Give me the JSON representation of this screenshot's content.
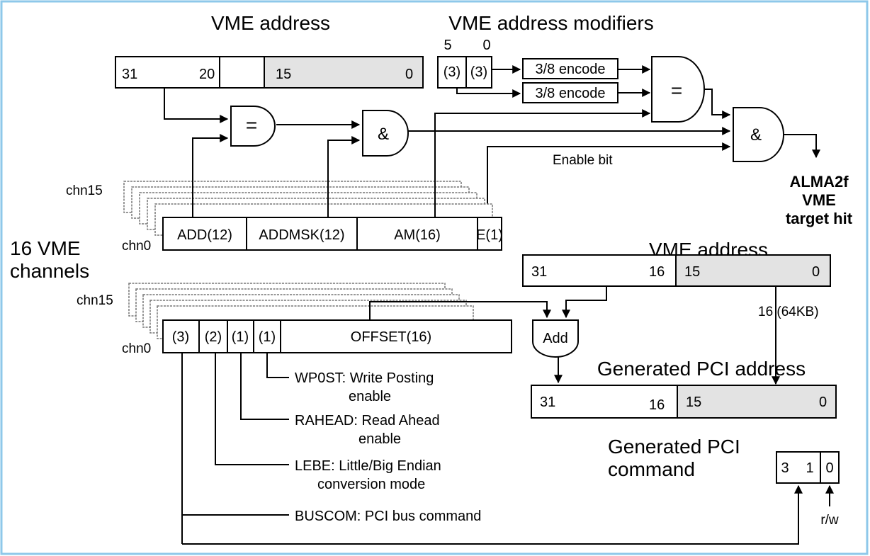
{
  "titles": {
    "vme_address_top": "VME address",
    "vme_address_modifiers": "VME address modifiers",
    "vme_address_right": "VME address",
    "generated_pci_address": "Generated PCI address",
    "generated_pci_command_line1": "Generated PCI",
    "generated_pci_command_line2": "command",
    "sixteen_vme_line1": "16 VME",
    "sixteen_vme_line2": "channels"
  },
  "top_vme_register": {
    "bit31": "31",
    "bit20": "20",
    "bit15": "15",
    "bit0": "0"
  },
  "am_register": {
    "bit5": "5",
    "bit0": "0",
    "field_a": "(3)",
    "field_b": "(3)"
  },
  "encoders": {
    "enc1": "3/8 encode",
    "enc2": "3/8 encode"
  },
  "gates": {
    "cmp_addr": "=",
    "and_addr": "&",
    "cmp_am": "=",
    "and_final": "&",
    "adder": "Add"
  },
  "enable_bit_label": "Enable bit",
  "output": {
    "line1": "ALMA2f",
    "line2": "VME",
    "line3": "target hit"
  },
  "channel_regs": {
    "top": {
      "chn_hi": "chn15",
      "chn_lo": "chn0",
      "add": "ADD(12)",
      "addmsk": "ADDMSK(12)",
      "am": "AM(16)",
      "e": "E(1)"
    },
    "bottom": {
      "chn_hi": "chn15",
      "chn_lo": "chn0",
      "f3": "(3)",
      "f2": "(2)",
      "f1a": "(1)",
      "f1b": "(1)",
      "offset": "OFFSET(16)"
    }
  },
  "right_vme_register": {
    "bit31": "31",
    "bit16": "16",
    "bit15": "15",
    "bit0": "0"
  },
  "lower_16_label": "16 (64KB)",
  "pci_address_register": {
    "bit31": "31",
    "bit16": "16",
    "bit15": "15",
    "bit0": "0"
  },
  "pci_command_register": {
    "bit3": "3",
    "bit1": "1",
    "bit0": "0"
  },
  "rw_label": "r/w",
  "bit_descriptions": {
    "wp0st_line1": "WP0ST: Write Posting",
    "wp0st_line2": "enable",
    "rahead_line1": "RAHEAD: Read Ahead",
    "rahead_line2": "enable",
    "lebe_line1": "LEBE: Little/Big Endian",
    "lebe_line2": "conversion mode",
    "buscom": "BUSCOM: PCI bus command"
  },
  "colors": {
    "frame": "#8ec8ea",
    "shade": "#e3e3e3"
  }
}
